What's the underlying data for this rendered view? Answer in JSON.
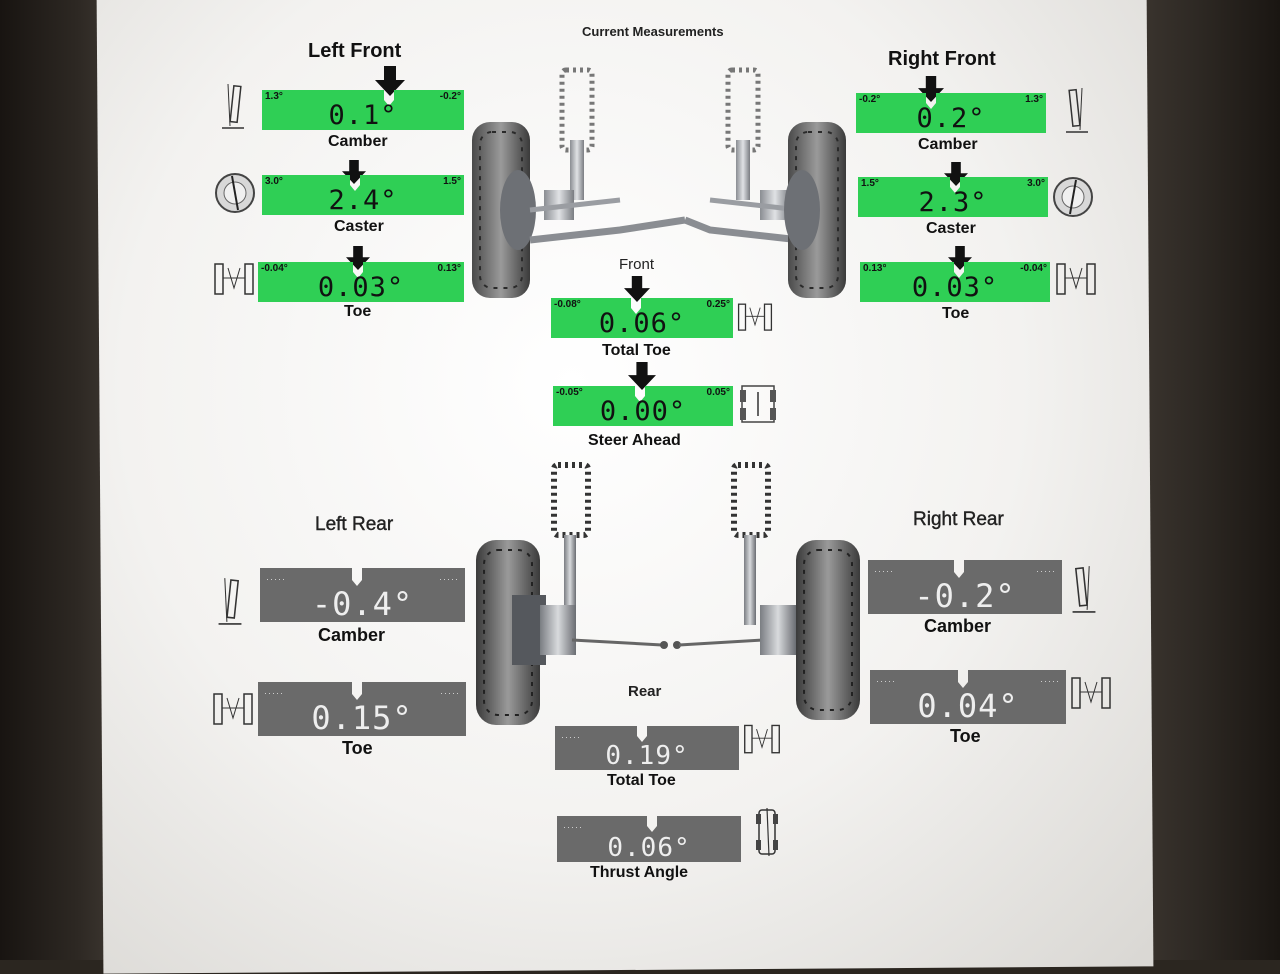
{
  "header": {
    "title": "Current Measurements"
  },
  "front": {
    "left": {
      "title": "Left Front",
      "camber": {
        "label": "Camber",
        "value": "0.1°",
        "min": "1.3°",
        "max": "-0.2°"
      },
      "caster": {
        "label": "Caster",
        "value": "2.4°",
        "min": "3.0°",
        "max": "1.5°"
      },
      "toe": {
        "label": "Toe",
        "value": "0.03°",
        "min": "-0.04°",
        "max": "0.13°"
      }
    },
    "right": {
      "title": "Right Front",
      "camber": {
        "label": "Camber",
        "value": "0.2°",
        "min": "-0.2°",
        "max": "1.3°"
      },
      "caster": {
        "label": "Caster",
        "value": "2.3°",
        "min": "1.5°",
        "max": "3.0°"
      },
      "toe": {
        "label": "Toe",
        "value": "0.03°",
        "min": "0.13°",
        "max": "-0.04°"
      }
    },
    "section_label": "Front",
    "total_toe": {
      "label": "Total Toe",
      "value": "0.06°",
      "min": "-0.08°",
      "max": "0.25°"
    },
    "steer_ahead": {
      "label": "Steer Ahead",
      "value": "0.00°",
      "min": "-0.05°",
      "max": "0.05°"
    }
  },
  "rear": {
    "left": {
      "title": "Left Rear",
      "camber": {
        "label": "Camber",
        "value": "-0.4°"
      },
      "toe": {
        "label": "Toe",
        "value": "0.15°"
      }
    },
    "right": {
      "title": "Right Rear",
      "camber": {
        "label": "Camber",
        "value": "-0.2°"
      },
      "toe": {
        "label": "Toe",
        "value": "0.04°"
      }
    },
    "section_label": "Rear",
    "total_toe": {
      "label": "Total Toe",
      "value": "0.19°"
    },
    "thrust_angle": {
      "label": "Thrust Angle",
      "value": "0.06°"
    }
  },
  "colors": {
    "in_spec": "#2fcf55",
    "no_spec": "#6a6a6a",
    "paper": "#f4f3f1"
  },
  "icons": [
    "down-arrow-icon",
    "camber-diagram-icon",
    "caster-diagram-icon",
    "toe-diagram-icon",
    "thrust-diagram-icon",
    "front-suspension-illustration",
    "rear-suspension-illustration"
  ]
}
